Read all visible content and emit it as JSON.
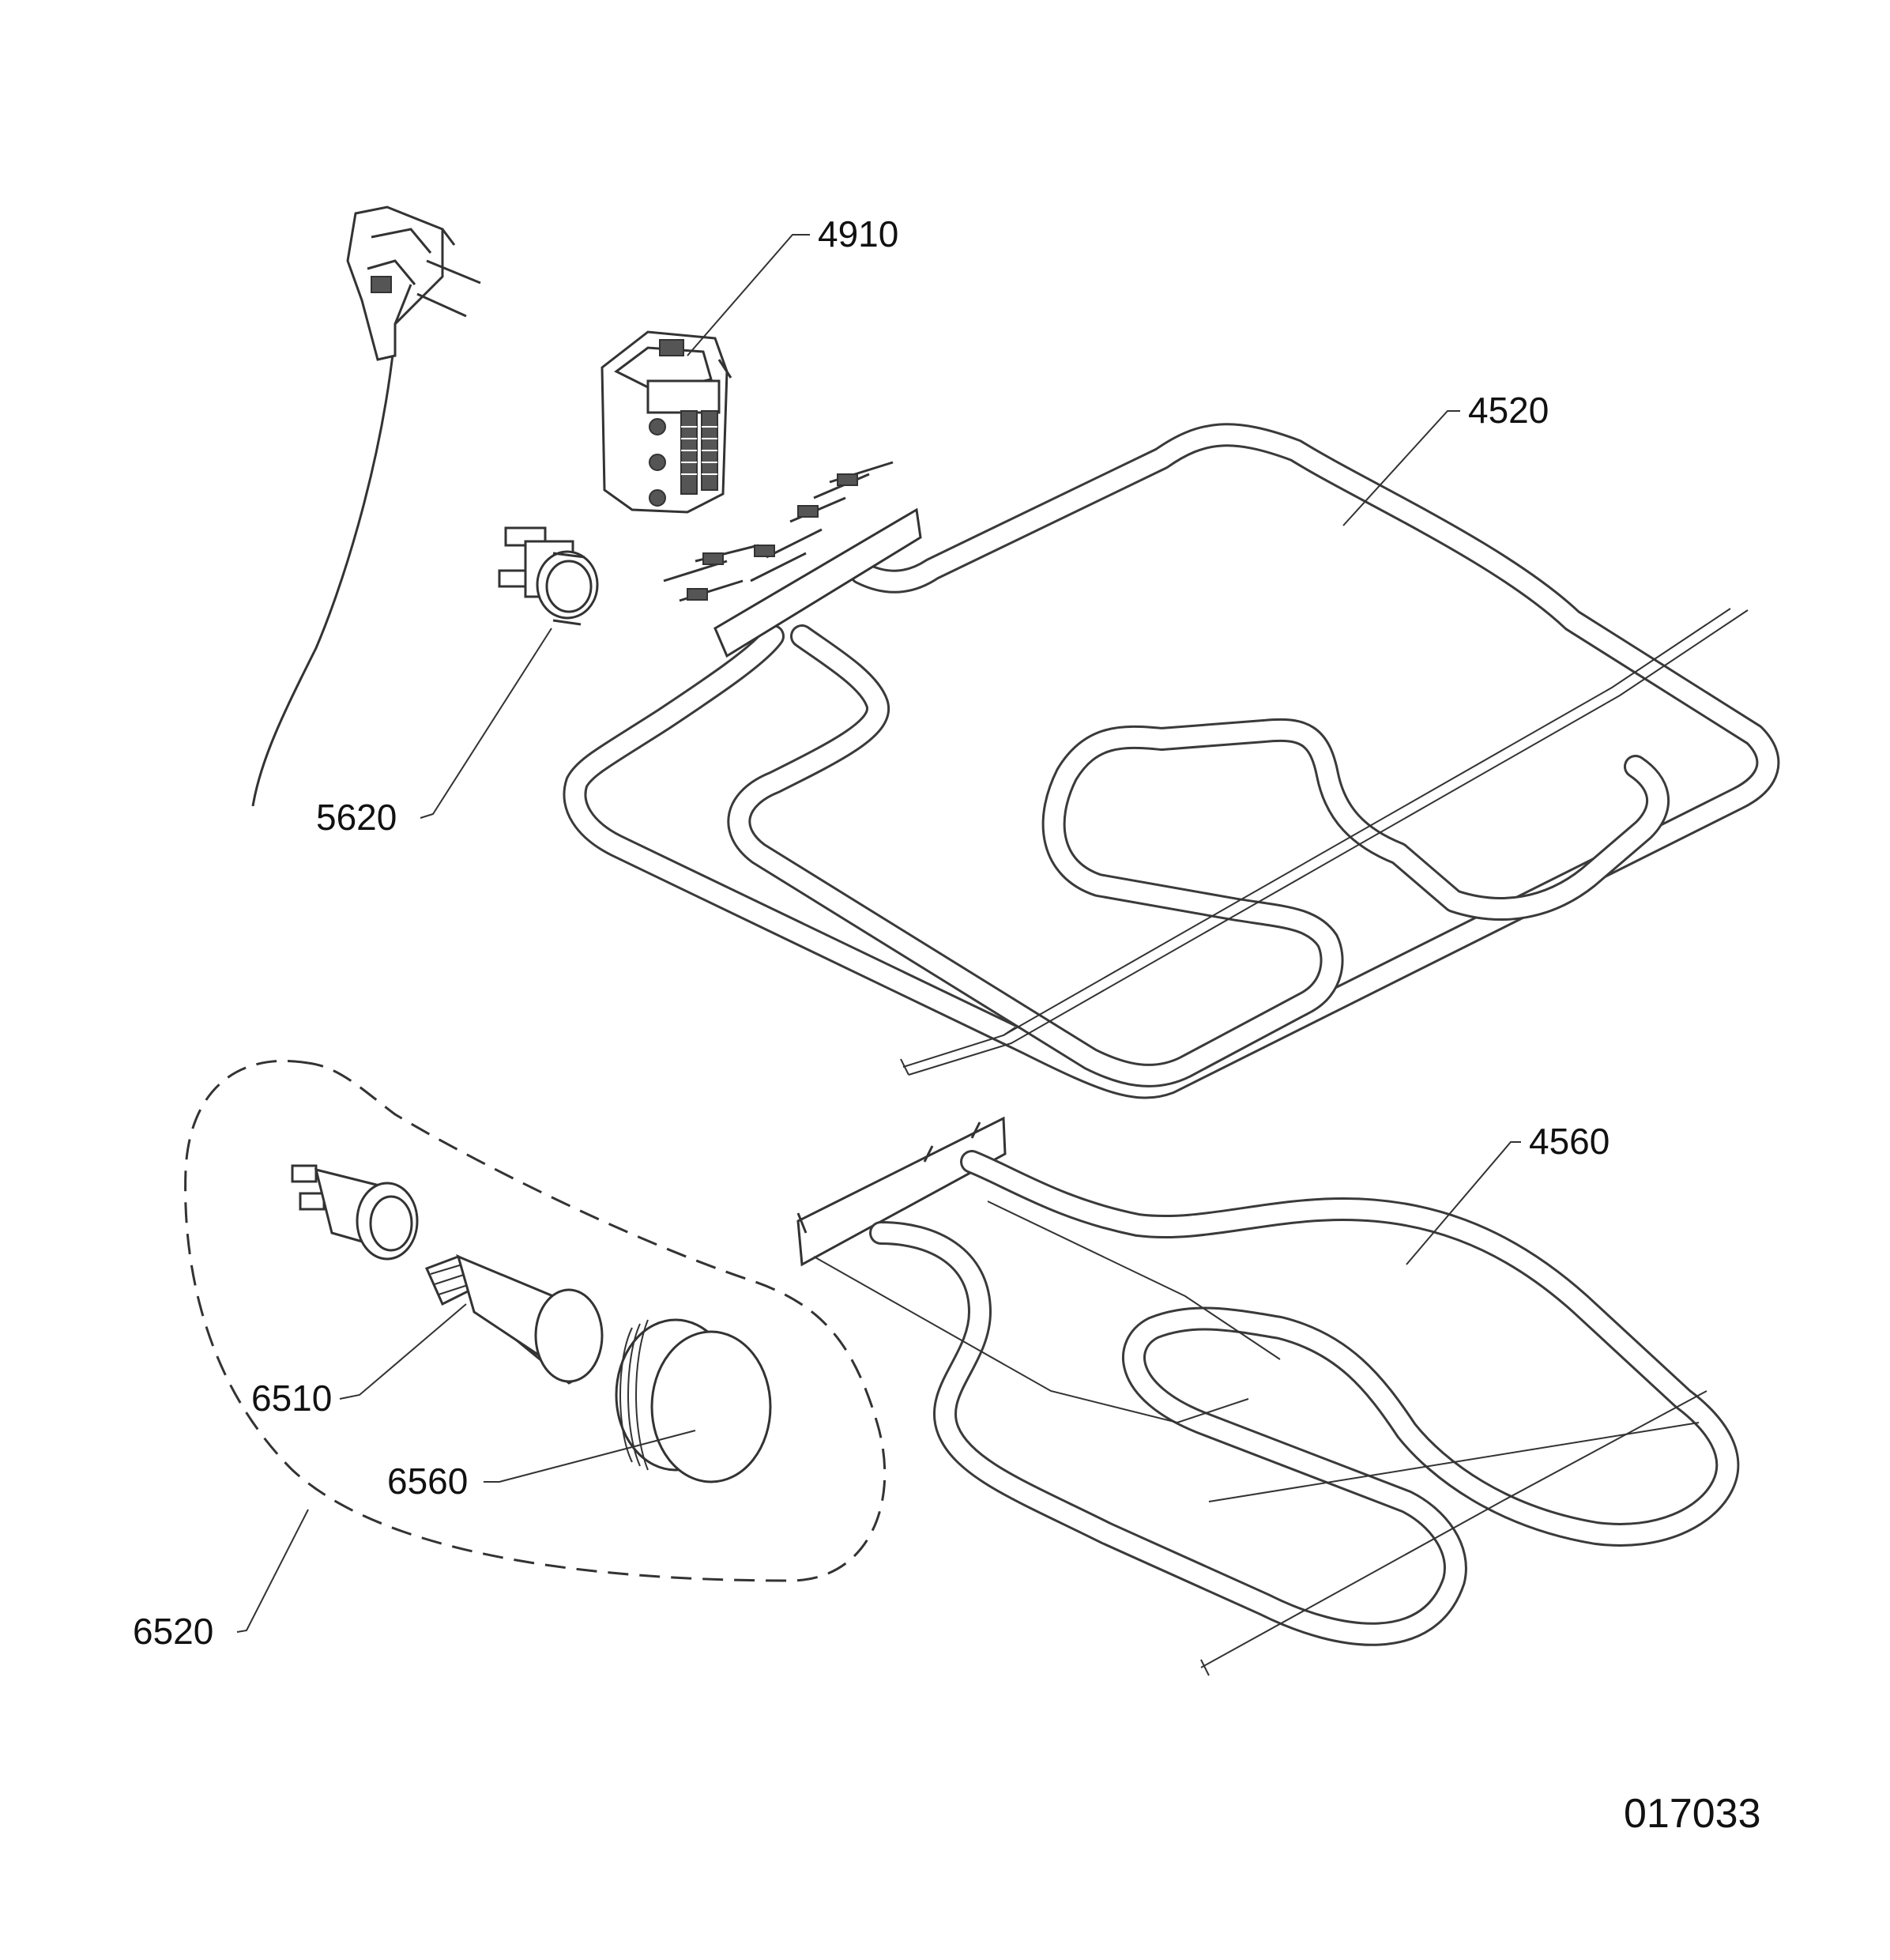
{
  "parts": {
    "terminal_block": "4910",
    "top_heating_element": "4520",
    "thermostat": "5620",
    "bottom_heating_element": "4560",
    "lamp_bulb": "6510",
    "lamp_cover": "6560",
    "lamp_assembly": "6520"
  },
  "document_code": "017033"
}
